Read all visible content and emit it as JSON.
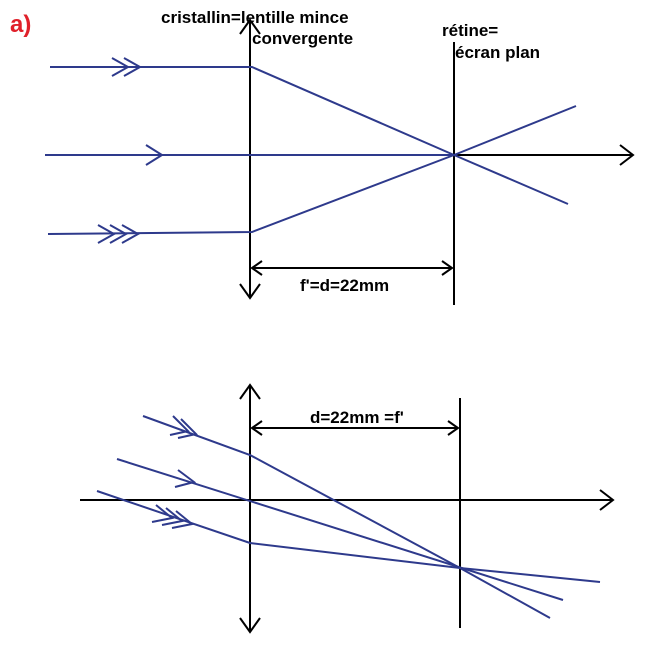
{
  "part_label": "a)",
  "labels": {
    "lens": "cristallin=lentille mince",
    "lens_line2": "convergente",
    "retina": "rétine=",
    "retina_line2": "écran plan",
    "focal_top": "f'=d=22mm",
    "focal_bottom": "d=22mm =f'"
  },
  "colors": {
    "ray": "#2e3a8c",
    "axis": "#000000",
    "part_label": "#e0202a"
  }
}
